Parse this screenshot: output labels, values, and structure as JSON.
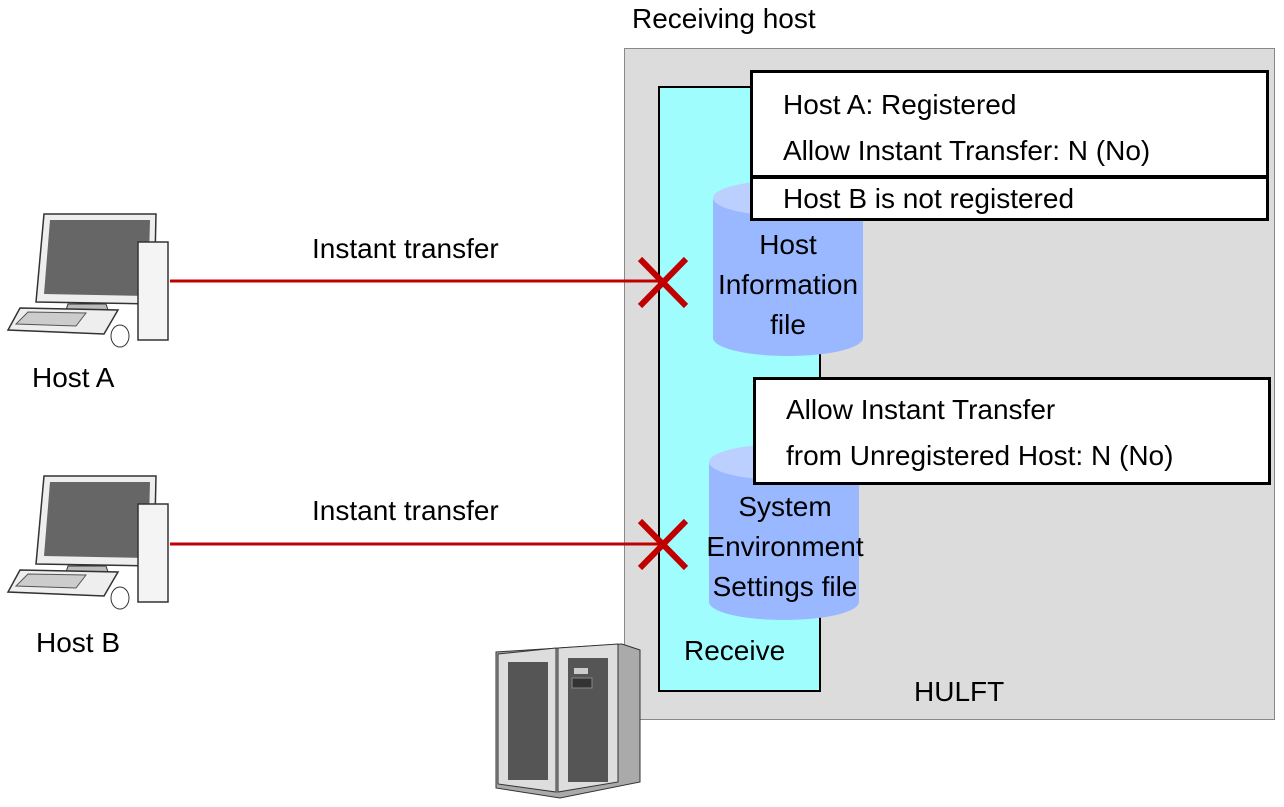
{
  "diagram": {
    "receiving_host_label": "Receiving host",
    "hulft_label": "HULFT",
    "receive_label": "Receive",
    "hosts": [
      {
        "label": "Host A",
        "link_label": "Instant transfer",
        "blocked": true
      },
      {
        "label": "Host B",
        "link_label": "Instant transfer",
        "blocked": true
      }
    ],
    "host_info_file": {
      "lines": [
        "Host",
        "Information",
        "file"
      ]
    },
    "system_env_file": {
      "lines": [
        "System",
        "Environment",
        "Settings file"
      ]
    },
    "host_info_callout": {
      "line1": "Host A: Registered",
      "line2": "Allow Instant Transfer: N (No)",
      "line3": "Host B is not registered"
    },
    "system_env_callout": {
      "line1": "Allow Instant Transfer",
      "line2": "from Unregistered Host: N (No)"
    },
    "colors": {
      "link": "#c00000",
      "block_mark": "#c00000",
      "receive_fill": "#a0fdfd",
      "cylinder_fill": "#99b8ff",
      "hulft_fill": "#dcdcdc"
    }
  }
}
